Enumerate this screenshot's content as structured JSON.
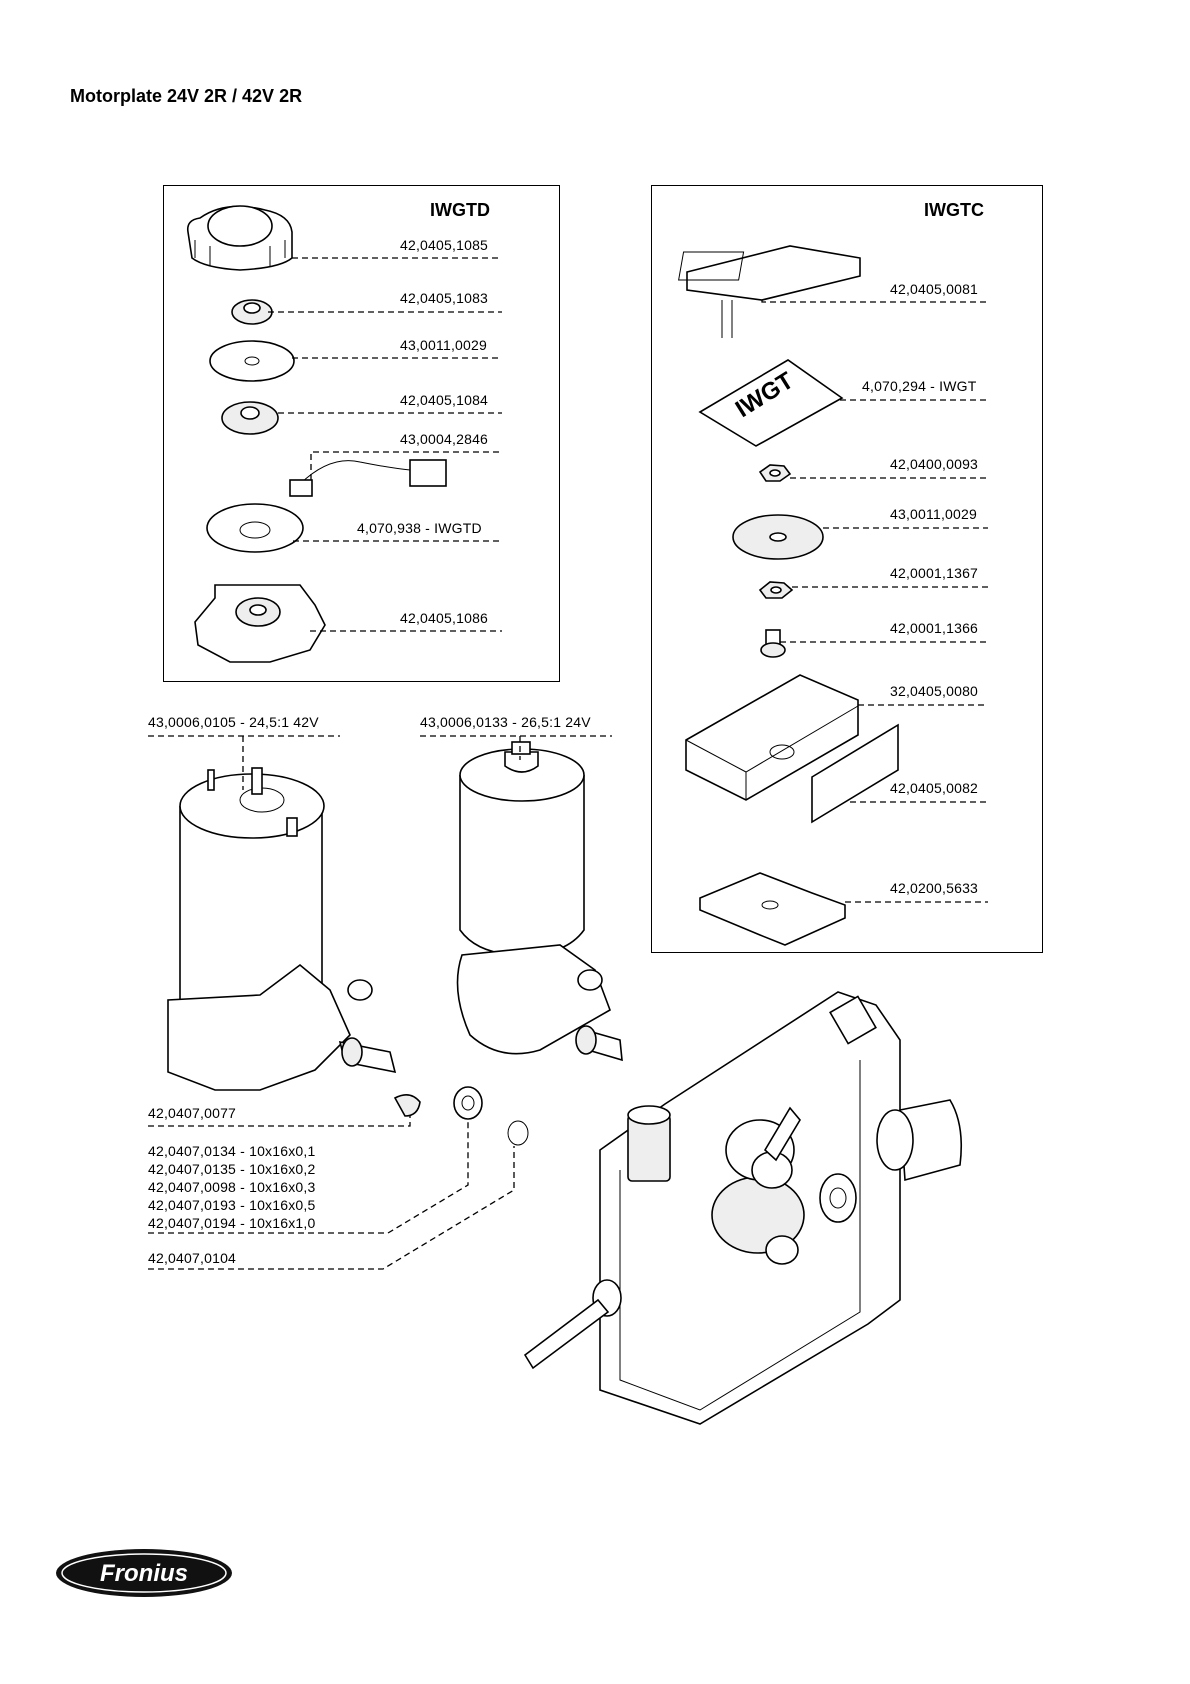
{
  "title": "Motorplate 24V 2R / 42V 2R",
  "panels": {
    "iwgtd": {
      "title": "IWGTD",
      "parts": [
        "42,0405,1085",
        "42,0405,1083",
        "43,0011,0029",
        "42,0405,1084",
        "43,0004,2846",
        "4,070,938 - IWGTD",
        "42,0405,1086"
      ]
    },
    "iwgtc": {
      "title": "IWGTC",
      "parts": [
        "42,0405,0081",
        "4,070,294 - IWGT",
        "42,0400,0093",
        "43,0011,0029",
        "42,0001,1367",
        "42,0001,1366",
        "32,0405,0080",
        "42,0405,0082",
        "42,0200,5633"
      ],
      "label_text": "IWGT"
    }
  },
  "motors": {
    "motor_42v": "43,0006,0105 - 24,5:1 42V",
    "motor_24v": "43,0006,0133 - 26,5:1 24V"
  },
  "parts_lower": {
    "key": "42,0407,0077",
    "washers": [
      "42,0407,0134 - 10x16x0,1",
      "42,0407,0135 - 10x16x0,2",
      "42,0407,0098 - 10x16x0,3",
      "42,0407,0193 - 10x16x0,5",
      "42,0407,0194 - 10x16x1,0"
    ],
    "circlip": "42,0407,0104"
  },
  "brand": "Fronius"
}
